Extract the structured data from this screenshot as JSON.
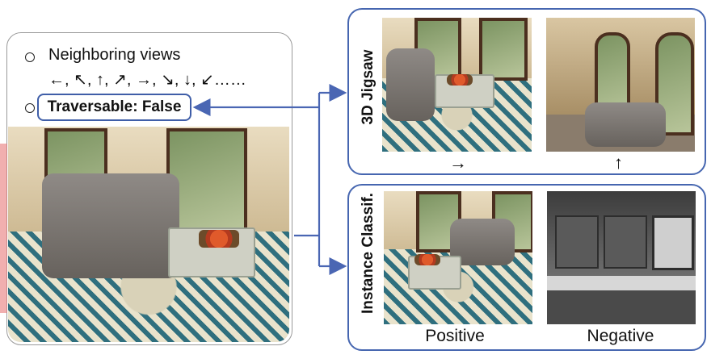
{
  "left": {
    "neighbor_title": "Neighboring views",
    "neighbor_arrows": "←, ↖, ↑, ↗, →, ↘, ↓, ↙……",
    "traversable_label": "Traversable: False"
  },
  "top_panel": {
    "title": "3D Jigsaw",
    "left_arrow": "→",
    "right_arrow": "↑"
  },
  "bottom_panel": {
    "title": "Instance Classif.",
    "positive_label": "Positive",
    "negative_label": "Negative"
  },
  "colors": {
    "accent": "#4666b0",
    "connector": "#4a66b3",
    "panel_border": "#9a9a9a"
  }
}
